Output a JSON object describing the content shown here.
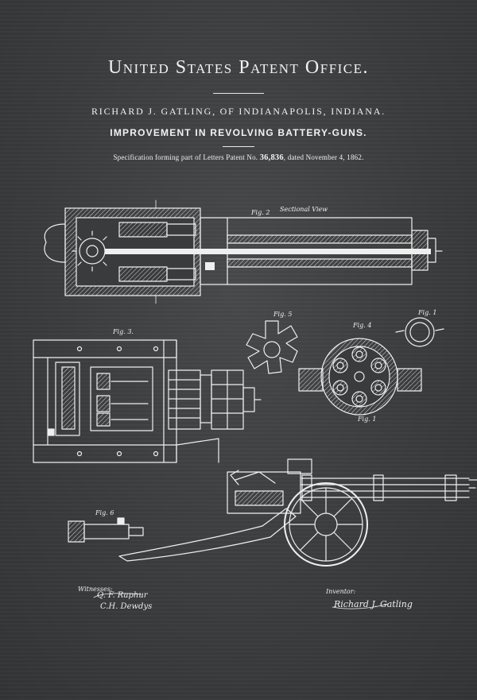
{
  "header": {
    "title": "United States Patent Office.",
    "inventor_line": "RICHARD J. GATLING, OF INDIANAPOLIS, INDIANA.",
    "improvement": "IMPROVEMENT IN REVOLVING BATTERY-GUNS.",
    "spec_prefix": "Specification forming part of Letters Patent No.",
    "patent_number": "36,836",
    "spec_suffix": ", dated November 4, 1862."
  },
  "figures": {
    "fig2_label": "Fig. 2",
    "fig2_view": "Sectional View",
    "fig3_label": "Fig. 3.",
    "fig5_label": "Fig. 5",
    "fig4_label": "Fig. 4",
    "fig1_label_a": "Fig. 1",
    "fig1_label_b": "Fig. 1",
    "fig6_label": "Fig. 6"
  },
  "signatures": {
    "witnesses_label": "Witnesses:",
    "witness_1": "Q. F. Raphur",
    "witness_2": "C.H. Dewdys",
    "inventor_label": "Inventor:",
    "inventor_signature": "Richard J. Gatling"
  },
  "colors": {
    "board": "#3a3b3c",
    "ink": "#f2f2f2"
  }
}
